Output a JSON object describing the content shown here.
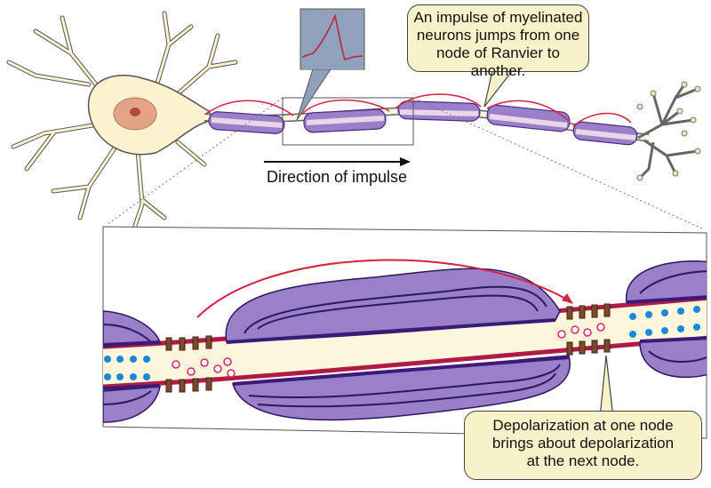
{
  "callout_top": {
    "lines": [
      "An impulse of myelinated",
      "neurons jumps from one",
      "node of Ranvier to another."
    ]
  },
  "direction_label": "Direction of impulse",
  "callout_bottom": {
    "lines": [
      "Depolarization at one node",
      "brings about depolarization",
      "at the next node."
    ]
  },
  "colors": {
    "myelin": "#9a7fc9",
    "myelin_dark": "#4b2a86",
    "axon": "#fbf6dc",
    "membrane": "#b01a45",
    "impulse_arrow": "#d8203f",
    "soma": "#fbf3cf",
    "nucleus": "#e3a486",
    "inset_bg": "#8fa1bb",
    "bubble": "#f7f2c9",
    "negative_ion": "#1e88d8",
    "positive_ion": "#e0245e"
  }
}
